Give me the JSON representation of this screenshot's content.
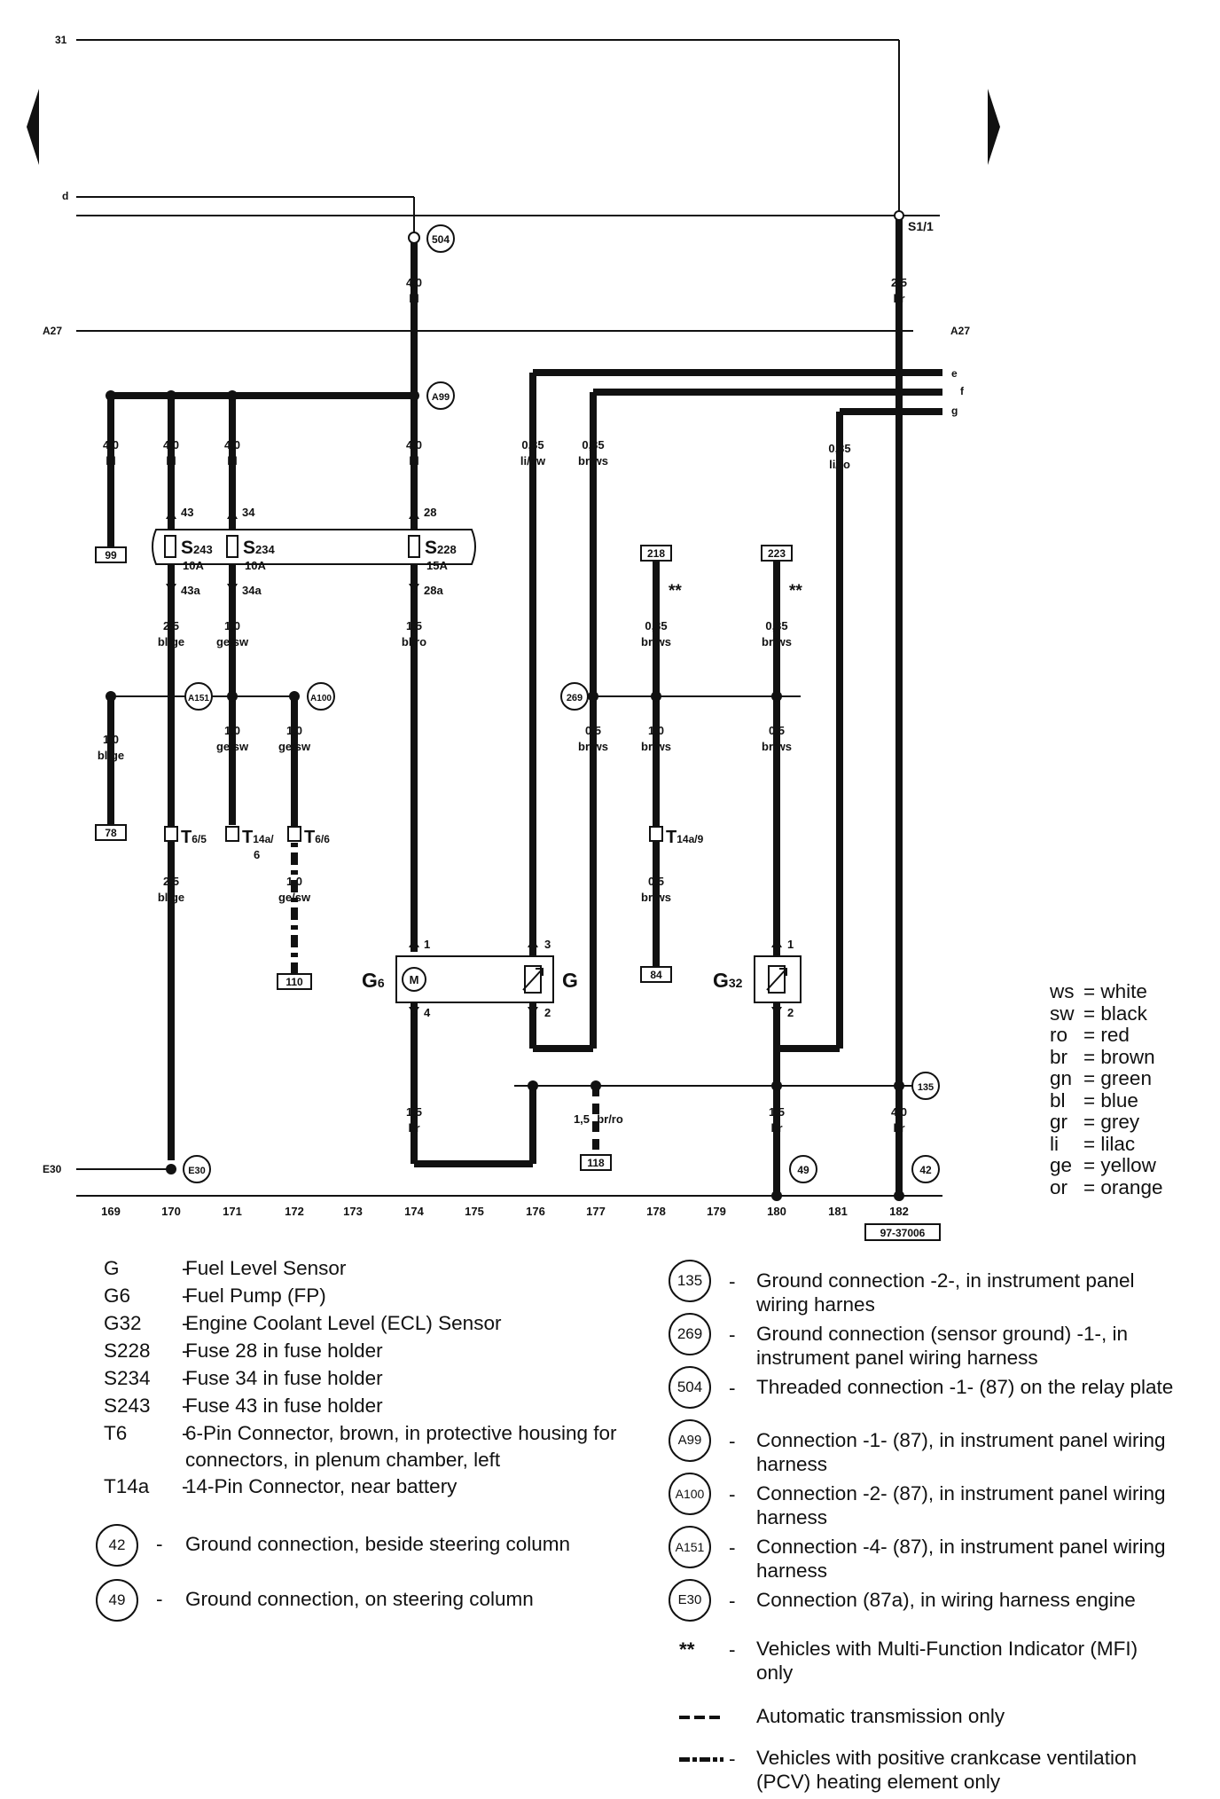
{
  "diagram": {
    "terminals": {
      "t31": "31",
      "td": "d",
      "a27_left": "A27",
      "a27_right": "A27",
      "e": "e",
      "f": "f",
      "g": "g",
      "e30": "E30",
      "s1": "S1/1"
    },
    "wires": {
      "w504": {
        "size": "4,0",
        "color": "bl"
      },
      "ws1": {
        "size": "2,5",
        "color": "br"
      },
      "wa99": {
        "size": "4,0",
        "color": "bl"
      },
      "w96": {
        "size": "4,0",
        "color": "bl"
      },
      "w148": {
        "size": "4,0",
        "color": "bl"
      },
      "w201": {
        "size": "4,0",
        "color": "bl"
      },
      "we": {
        "size": "0,35",
        "color": "li/sw"
      },
      "wf": {
        "size": "0,35",
        "color": "br/ws"
      },
      "wg": {
        "size": "0,35",
        "color": "li/ro"
      },
      "w43a": {
        "size": "2,5",
        "color": "bl/ge"
      },
      "w34a": {
        "size": "1,0",
        "color": "ge/sw"
      },
      "w28a": {
        "size": "1,5",
        "color": "bl/ro"
      },
      "w218": {
        "size": "0,35",
        "color": "br/ws"
      },
      "w223": {
        "size": "0,35",
        "color": "br/ws"
      },
      "w78": {
        "size": "1,0",
        "color": "bl/ge"
      },
      "w201b": {
        "size": "1,0",
        "color": "ge/sw"
      },
      "w253": {
        "size": "1,0",
        "color": "ge/sw"
      },
      "w515": {
        "size": "0,5",
        "color": "br/ws"
      },
      "w568": {
        "size": "1,0",
        "color": "br/ws"
      },
      "w672": {
        "size": "0,5",
        "color": "br/ws"
      },
      "wt65": {
        "size": "2,5",
        "color": "bl/ge"
      },
      "wt66": {
        "size": "1,0",
        "color": "ge/sw"
      },
      "wt14a9": {
        "size": "0,5",
        "color": "br/ws"
      },
      "wgnd174": {
        "size": "1,5",
        "color": "br"
      },
      "w118": {
        "size": "1,5",
        "color": "br/ro"
      },
      "w49": {
        "size": "1,5",
        "color": "br"
      },
      "w42": {
        "size": "4,0",
        "color": "br"
      }
    },
    "pins": {
      "p43": "43",
      "p34": "34",
      "p28": "28",
      "p43a": "43a",
      "p34a": "34a",
      "p28a": "28a",
      "g6_1": "1",
      "g6_4": "4",
      "g_3": "3",
      "g_2": "2",
      "g32_1": "1",
      "g32_2": "2",
      "t14a_6": "6"
    },
    "fuses": {
      "s243": {
        "name": "S",
        "sub": "243",
        "rating": "10A"
      },
      "s234": {
        "name": "S",
        "sub": "234",
        "rating": "10A"
      },
      "s228": {
        "name": "S",
        "sub": "228",
        "rating": "15A"
      }
    },
    "components": {
      "g6": {
        "name": "G",
        "sub": "6",
        "symbol": "M"
      },
      "g": "G",
      "g32": {
        "name": "G",
        "sub": "32"
      }
    },
    "connectors": {
      "t65": {
        "name": "T",
        "sub": "6/5"
      },
      "t14a": {
        "name": "T",
        "sub": "14a/"
      },
      "t66": {
        "name": "T",
        "sub": "6/6"
      },
      "t14a9": {
        "name": "T",
        "sub": "14a/9"
      }
    },
    "refs": {
      "r99": "99",
      "r78": "78",
      "r110": "110",
      "r218": "218",
      "r223": "223",
      "r84": "84",
      "r118": "118"
    },
    "stars": {
      "s1": "**",
      "s2": "**"
    },
    "nodes": {
      "n504": "504",
      "na99": "A99",
      "na151": "A151",
      "na100": "A100",
      "n269": "269",
      "n135": "135",
      "n49": "49",
      "n42": "42",
      "ne30": "E30"
    },
    "columns": [
      "169",
      "170",
      "171",
      "172",
      "173",
      "174",
      "175",
      "176",
      "177",
      "178",
      "179",
      "180",
      "181",
      "182"
    ],
    "drawing_number": "97-37006"
  },
  "color_key": [
    {
      "abbr": "ws",
      "name": "white"
    },
    {
      "abbr": "sw",
      "name": "black"
    },
    {
      "abbr": "ro",
      "name": "red"
    },
    {
      "abbr": "br",
      "name": "brown"
    },
    {
      "abbr": "gn",
      "name": "green"
    },
    {
      "abbr": "bl",
      "name": "blue"
    },
    {
      "abbr": "gr",
      "name": "grey"
    },
    {
      "abbr": "li",
      "name": "lilac"
    },
    {
      "abbr": "ge",
      "name": "yellow"
    },
    {
      "abbr": "or",
      "name": "orange"
    }
  ],
  "legend_left": [
    {
      "code": "G",
      "desc": "Fuel Level Sensor"
    },
    {
      "code": "G6",
      "desc": "Fuel Pump (FP)"
    },
    {
      "code": "G32",
      "desc": "Engine Coolant Level (ECL) Sensor"
    },
    {
      "code": "S228",
      "desc": "Fuse 28 in fuse holder"
    },
    {
      "code": "S234",
      "desc": "Fuse 34 in fuse holder"
    },
    {
      "code": "S243",
      "desc": "Fuse 43 in fuse holder"
    },
    {
      "code": "T6",
      "desc": "6-Pin Connector, brown, in protective housing for connectors, in plenum chamber, left"
    },
    {
      "code": "T14a",
      "desc": "14-Pin Connector, near battery"
    }
  ],
  "legend_left_grounds": [
    {
      "code": "42",
      "desc": "Ground connection, beside steering column"
    },
    {
      "code": "49",
      "desc": "Ground connection, on steering column"
    }
  ],
  "legend_right": [
    {
      "code": "135",
      "desc": "Ground connection -2-, in instrument panel wiring harnes"
    },
    {
      "code": "269",
      "desc": "Ground connection (sensor ground) -1-, in instrument panel wiring harness"
    },
    {
      "code": "504",
      "desc": "Threaded connection -1- (87) on the relay plate"
    },
    {
      "code": "A99",
      "desc": "Connection -1- (87), in instrument panel wiring harness"
    },
    {
      "code": "A100",
      "desc": "Connection -2- (87), in instrument panel wiring harness"
    },
    {
      "code": "A151",
      "desc": "Connection -4- (87), in instrument panel wiring harness"
    },
    {
      "code": "E30",
      "desc": "Connection (87a), in wiring harness engine"
    }
  ],
  "legend_notes": [
    {
      "symbol": "**",
      "desc": "Vehicles with Multi-Function Indicator (MFI) only"
    },
    {
      "symbol": "dashed",
      "desc": "Automatic transmission only"
    },
    {
      "symbol": "dash-dot",
      "desc": "Vehicles with positive crankcase ventilation (PCV) heating element only"
    }
  ]
}
